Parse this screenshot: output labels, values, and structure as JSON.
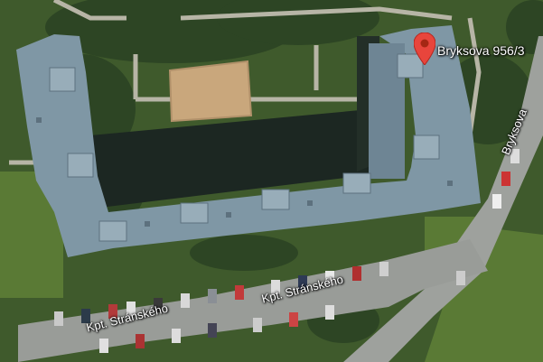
{
  "map": {
    "type": "satellite",
    "marker": {
      "label": "Bryksova 956/3",
      "color": "#e8453c",
      "icon": "map-pin-icon"
    },
    "streets": [
      {
        "name": "Bryksova"
      },
      {
        "name": "Kpt. Stránského"
      },
      {
        "name": "Kpt. Stránského"
      }
    ],
    "colors": {
      "roof": "#7f97a5",
      "shadow": "#1c2722",
      "grass": "#4f6e32",
      "trees": "#2f4a26",
      "road": "#9ea19d",
      "sandpit": "#c9a77c"
    }
  }
}
